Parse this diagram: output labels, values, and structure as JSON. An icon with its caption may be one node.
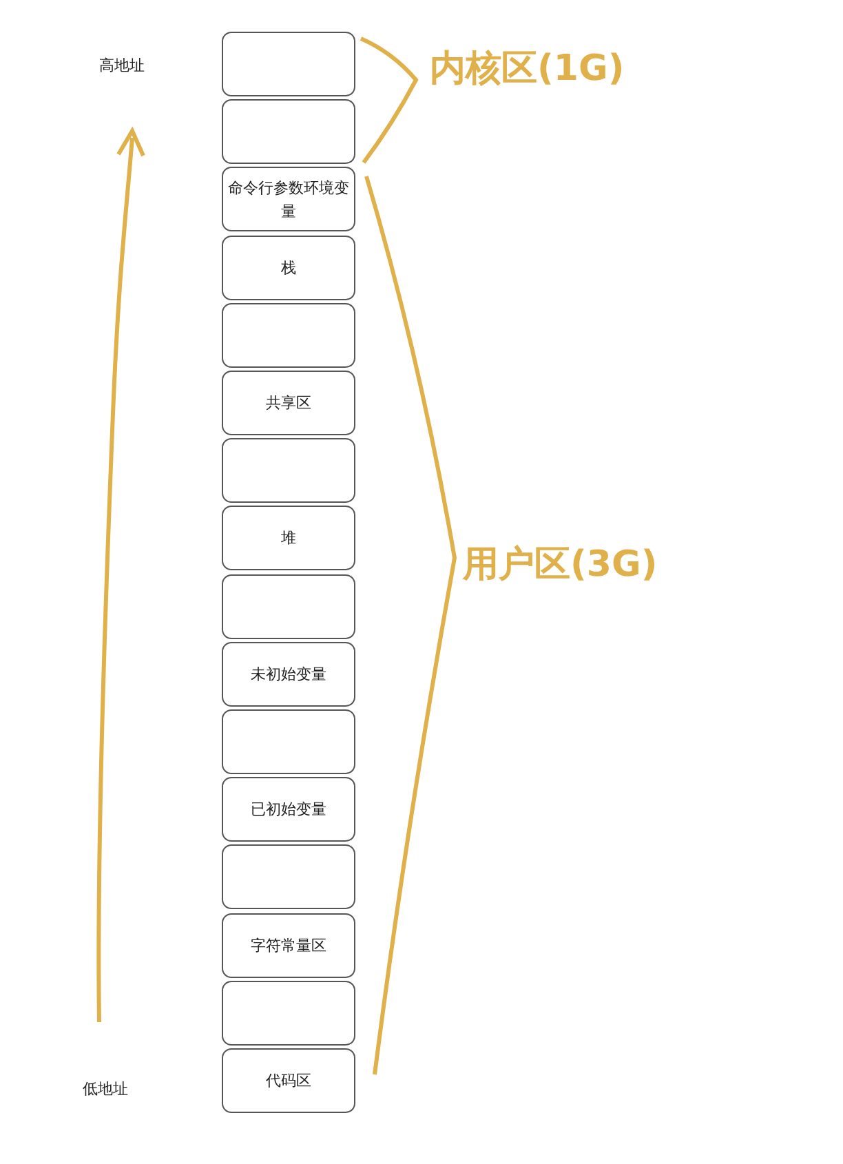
{
  "diagram": {
    "nodes": [
      {
        "text": [],
        "shape": "box"
      },
      {
        "text": [],
        "shape": "box"
      },
      {
        "text": [
          "命令行参数环境变量"
        ]
      },
      {
        "text": [
          "栈"
        ]
      },
      {
        "text": [],
        "shape": "box"
      },
      {
        "text": [
          "共享区"
        ]
      },
      {
        "text": [],
        "shape": "box"
      },
      {
        "text": [
          "堆"
        ]
      },
      {
        "text": [],
        "shape": "box"
      },
      {
        "text": [
          "未初始变量"
        ]
      },
      {
        "text": [],
        "shape": "box"
      },
      {
        "text": [
          "已初始变量"
        ]
      },
      {
        "text": [],
        "shape": "box"
      },
      {
        "text": [
          "字符常量区"
        ]
      },
      {
        "text": [],
        "shape": "box"
      },
      {
        "text": [
          "代码区"
        ]
      }
    ],
    "labels": [
      "高地址",
      "内核区(1G)",
      "用户区(3G)",
      "低地址"
    ]
  }
}
